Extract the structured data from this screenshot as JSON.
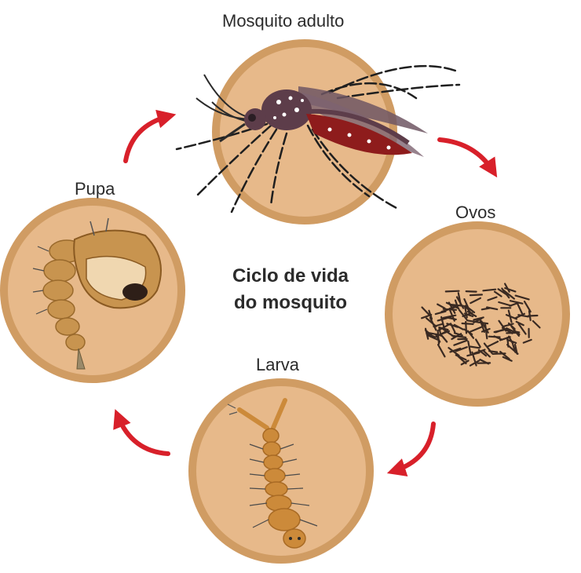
{
  "title_lines": [
    "Ciclo de vida",
    "do mosquito"
  ],
  "stages": {
    "adult": "Mosquito adulto",
    "eggs": "Ovos",
    "larva": "Larva",
    "pupa": "Pupa"
  },
  "colors": {
    "circle_fill": "#e7b98a",
    "circle_ring": "#d09c63",
    "arrow": "#d8202a",
    "mosquito_body": "#5d3d4a",
    "mosquito_abdomen": "#8e1c1c",
    "larva": "#cc8a3a",
    "pupa": "#c8944f",
    "eggs": "#3a2a22"
  },
  "icons": [
    "mosquito-illustration",
    "eggs-illustration",
    "larva-illustration",
    "pupa-illustration",
    "cycle-arrow"
  ]
}
